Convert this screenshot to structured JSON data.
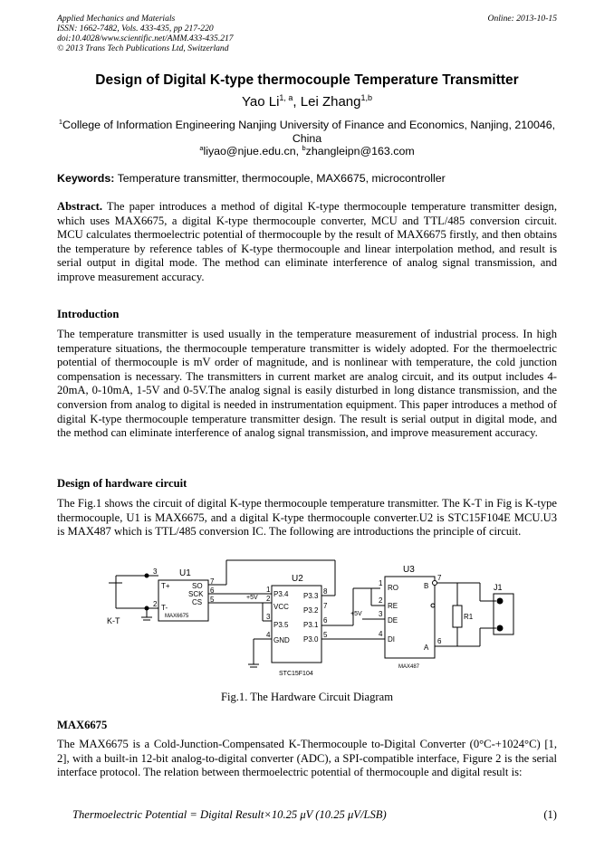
{
  "header": {
    "journal": "Applied Mechanics and Materials",
    "issn": "ISSN: 1662-7482, Vols. 433-435, pp 217-220",
    "doi": "doi:10.4028/www.scientific.net/AMM.433-435.217",
    "copyright": "© 2013 Trans Tech Publications Ltd, Switzerland",
    "online": "Online: 2013-10-15"
  },
  "title": "Design of Digital K-type thermocouple Temperature Transmitter",
  "authors": {
    "a1": "Yao Li",
    "a1_sup": "1, a",
    "sep": ", ",
    "a2": "Lei Zhang",
    "a2_sup": "1,b"
  },
  "affiliation": {
    "sup": "1",
    "text": "College of Information Engineering Nanjing University of Finance and Economics, Nanjing, 210046, China"
  },
  "emails": {
    "a_sup": "a",
    "a": "liyao@njue.edu.cn, ",
    "b_sup": "b",
    "b": "zhangleipn@163.com"
  },
  "keywords": {
    "label": "Keywords:",
    "text": " Temperature transmitter, thermocouple, MAX6675, microcontroller"
  },
  "abstract": {
    "label": "Abstract.",
    "text": " The paper introduces a method of digital K-type thermocouple temperature transmitter design, which uses MAX6675, a digital K-type thermocouple converter, MCU and TTL/485 conversion circuit. MCU calculates thermoelectric potential of thermocouple by the result of MAX6675 firstly, and then obtains the temperature by reference tables of K-type thermocouple and linear interpolation method, and result is serial output in digital mode. The method can eliminate interference of analog signal transmission, and improve measurement accuracy."
  },
  "intro": {
    "heading": "Introduction",
    "text": "The temperature transmitter is used usually in the temperature measurement of industrial process. In high temperature situations, the thermocouple temperature transmitter is widely adopted. For the thermoelectric potential of thermocouple is mV order of magnitude, and is nonlinear with temperature, the cold junction compensation is necessary. The transmitters in current market are analog circuit, and its output includes 4-20mA, 0-10mA, 1-5V and 0-5V.The analog signal is easily disturbed in long distance transmission, and the conversion from analog to digital is needed in instrumentation equipment. This paper introduces a method of digital K-type thermocouple temperature transmitter design. The result is serial output in digital mode, and the method can eliminate interference of analog signal transmission, and improve measurement accuracy."
  },
  "hardware": {
    "heading": "Design of hardware circuit",
    "text": "The Fig.1 shows the circuit of digital K-type thermocouple temperature transmitter. The K-T in Fig is K-type thermocouple, U1 is MAX6675, and a digital K-type thermocouple converter.U2 is STC15F104E MCU.U3 is MAX487 which is TTL/485 conversion IC. The following are introductions the principle of circuit."
  },
  "figure": {
    "caption": "Fig.1. The Hardware Circuit Diagram",
    "u1": "U1",
    "u2": "U2",
    "u3": "U3",
    "j1": "J1",
    "r1": "R1",
    "kt": "K-T",
    "u1_part": "MAX6675",
    "u2_part": "STC15F104",
    "u3_part": "MAX487",
    "u1_pins": [
      "T+",
      "T-",
      "SO",
      "SCK",
      "CS"
    ],
    "u1_nums": [
      "3",
      "2",
      "7",
      "6",
      "5"
    ],
    "u2_left": [
      "P3.4",
      "VCC",
      "P3.5",
      "GND"
    ],
    "u2_left_nums": [
      "1",
      "2",
      "3",
      "4"
    ],
    "u2_right": [
      "P3.3",
      "P3.2",
      "P3.1",
      "P3.0"
    ],
    "u2_right_nums": [
      "8",
      "7",
      "6",
      "5"
    ],
    "u3_left": [
      "RO",
      "RE",
      "DE",
      "DI"
    ],
    "u3_left_nums": [
      "1",
      "2",
      "3",
      "4"
    ],
    "u3_right": [
      "B",
      "A"
    ],
    "u3_right_nums": [
      "7",
      "6"
    ],
    "plus5v": "+5V"
  },
  "max": {
    "heading": "MAX6675",
    "text": "The MAX6675 is a Cold-Junction-Compensated K-Thermocouple to-Digital Converter (0°C-+1024°C) [1, 2], with a built-in 12-bit analog-to-digital converter (ADC), a SPI-compatible interface, Figure 2 is the serial interface protocol. The relation between thermoelectric potential of thermocouple and digital result is:"
  },
  "equation": {
    "text": "Thermoelectric Potential = Digital Result×10.25 μV (10.25 μV/LSB)",
    "number": "(1)"
  }
}
